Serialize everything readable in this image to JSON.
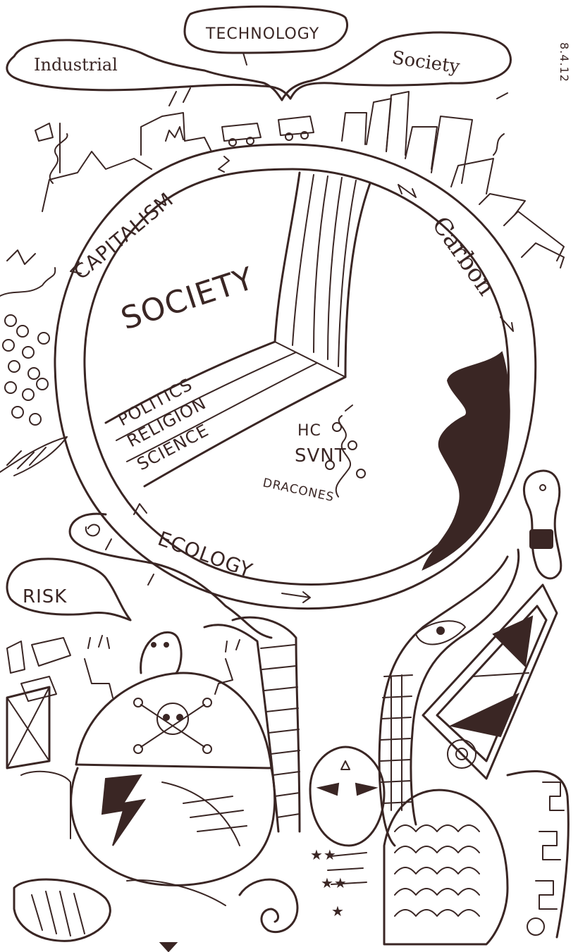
{
  "bubbles": {
    "technology": "TECHNOLOGY",
    "industrial": "Industrial",
    "society_top": "Society",
    "risk": "RISK"
  },
  "date": "8.4.12",
  "ring": {
    "capitalism": "CAPITALISM",
    "carbon": "Carbon",
    "ecology": "ECOLOGY"
  },
  "inner": {
    "society": "SOCIETY",
    "layers": [
      "POLITICS",
      "RELIGION",
      "SCIENCE"
    ],
    "motto_line1": "HC",
    "motto_line2": "SVNT",
    "motto_line3": "DRACONES"
  },
  "colors": {
    "ink": "#3a2624",
    "paper": "#ffffff"
  }
}
